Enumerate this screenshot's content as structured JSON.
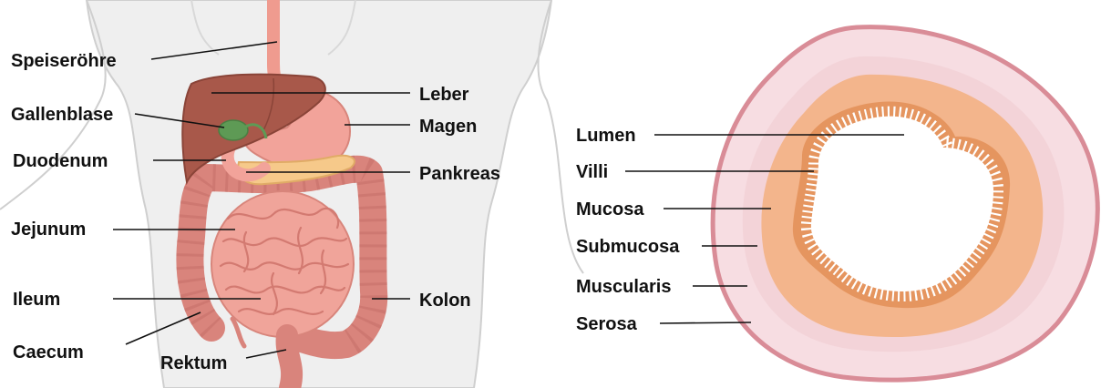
{
  "digestive": {
    "labels": {
      "speiseroehre": "Speiseröhre",
      "gallenblase": "Gallenblase",
      "duodenum": "Duodenum",
      "jejunum": "Jejunum",
      "ileum": "Ileum",
      "caecum": "Caecum",
      "rektum": "Rektum",
      "leber": "Leber",
      "magen": "Magen",
      "pankreas": "Pankreas",
      "kolon": "Kolon"
    }
  },
  "intestine_cross_section": {
    "labels": {
      "lumen": "Lumen",
      "villi": "Villi",
      "mucosa": "Mucosa",
      "submucosa": "Submucosa",
      "muscularis": "Muscularis",
      "serosa": "Serosa"
    }
  },
  "colors": {
    "body_outline": "#cfcfcf",
    "body_fill": "#efefef",
    "esophagus": "#ef9b8f",
    "liver": "#a8584a",
    "gallbladder": "#5e9a55",
    "stomach": "#f2a39a",
    "pancreas": "#f6c98a",
    "colon": "#d9847c",
    "small_intestine": "#f0a49a",
    "serosa": "#d98c97",
    "muscularis": "#f7dde2",
    "submucosa": "#f3b58c",
    "mucosa": "#e5955f",
    "lumen": "#ffffff"
  }
}
